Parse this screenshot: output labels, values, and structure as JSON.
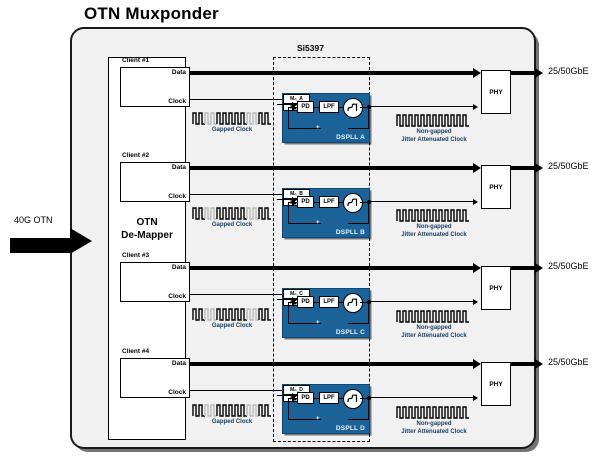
{
  "diagram": {
    "title": "OTN Muxponder",
    "device_label": "Si5397",
    "input_label": "40G OTN",
    "demapper_label_line1": "OTN",
    "demapper_label_line2": "De-Mapper",
    "port_data": "Data",
    "port_clock": "Clock",
    "gapped_clock_label": "Gapped Clock",
    "nongapped_label_line1": "Non-gapped",
    "nongapped_label_line2": "Jitter Attenuated Clock",
    "phy_label": "PHY",
    "output_label": "25/50GbE",
    "pll_blocks": {
      "pd": "PD",
      "lpf": "LPF",
      "plus": "+"
    },
    "colors": {
      "dspll_fill": "#1b6299",
      "dspll_border": "#0d4873",
      "panel_fill": "#f1f1f1",
      "wave_text": "#173a5e",
      "line": "#000000"
    },
    "channels": [
      {
        "client": "Client #1",
        "dspll": "DSPLL A",
        "div_num": "Mₙ_A",
        "div_den": "Mₔ_A"
      },
      {
        "client": "Client #2",
        "dspll": "DSPLL B",
        "div_num": "Mₙ_B",
        "div_den": "Mₔ_B"
      },
      {
        "client": "Client #3",
        "dspll": "DSPLL C",
        "div_num": "Mₙ_C",
        "div_den": "Mₔ_C"
      },
      {
        "client": "Client #4",
        "dspll": "DSPLL D",
        "div_num": "Mₙ_D",
        "div_den": "Mₔ_D"
      }
    ]
  }
}
